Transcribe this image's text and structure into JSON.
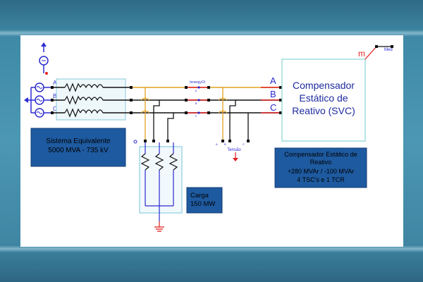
{
  "phases": [
    "A",
    "B",
    "C"
  ],
  "svc_label_lines": [
    "Compensador",
    "Estático de",
    "Reativo (SVC)"
  ],
  "source_box_lines": [
    "Sistema Equivalente",
    "5000 MVA - 735 kV"
  ],
  "load_box_lines": [
    "Carga",
    "150 MW"
  ],
  "svc_info_lines": [
    "Compensador Estático de",
    "Reativo",
    "+280 MVAr / -100 MVAr",
    "4 TSC's e 1 TCR"
  ],
  "meter_labels": {
    "m": "m",
    "med": "Med",
    "ienergy": "IenergyOi",
    "tensao": "Tensão"
  },
  "colors": {
    "background": "#4a94b1",
    "panel": "#ffffff",
    "info_box": "#1e5aa0",
    "info_text": "#000000",
    "wire_black": "#111111",
    "wire_blue": "#2a2ad0",
    "wire_red": "#e02020",
    "wire_orange": "#e0a020",
    "wire_green": "#20a040",
    "svc_border": "#8ed8d8",
    "svc_text": "#1e2aa0"
  }
}
